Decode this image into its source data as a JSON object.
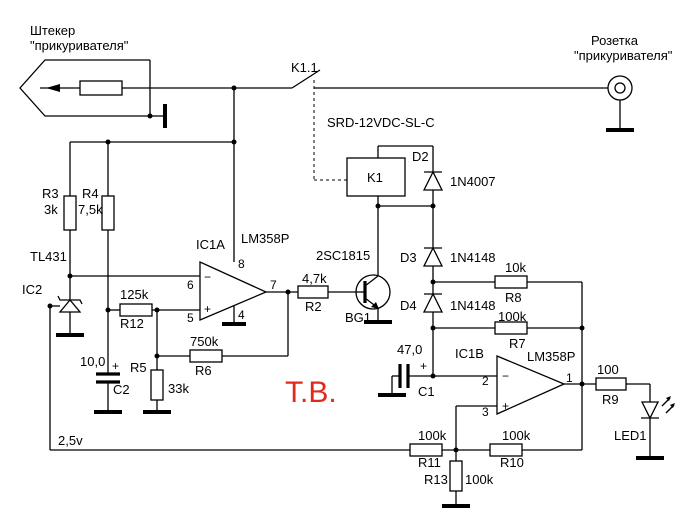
{
  "plug": {
    "line1": "Штекер",
    "line2": "\"прикуривателя\""
  },
  "socket": {
    "line1": "Розетка",
    "line2": "\"прикуривателя\""
  },
  "relay": {
    "contact": "K1.1",
    "model": "SRD-12VDC-SL-C",
    "coil": "K1"
  },
  "diodes": {
    "d2": {
      "ref": "D2",
      "value": "1N4007"
    },
    "d3": {
      "ref": "D3",
      "value": "1N4148"
    },
    "d4": {
      "ref": "D4",
      "value": "1N4148"
    }
  },
  "resistors": {
    "r2": {
      "ref": "R2",
      "value": "4,7k"
    },
    "r3": {
      "ref": "R3",
      "value": "3k"
    },
    "r4": {
      "ref": "R4",
      "value": "7,5k"
    },
    "r5": {
      "ref": "R5",
      "value": "33k"
    },
    "r6": {
      "ref": "R6",
      "value": "750k"
    },
    "r7": {
      "ref": "R7",
      "value": "100k"
    },
    "r8": {
      "ref": "R8",
      "value": "10k"
    },
    "r9": {
      "ref": "R9",
      "value": "100"
    },
    "r10": {
      "ref": "R10",
      "value": "100k"
    },
    "r11": {
      "ref": "R11",
      "value": "100k"
    },
    "r12": {
      "ref": "R12",
      "value": "125k"
    },
    "r13": {
      "ref": "R13",
      "value": "100k"
    }
  },
  "capacitors": {
    "c1": {
      "ref": "C1",
      "value": "47,0"
    },
    "c2": {
      "ref": "C2",
      "value": "10,0"
    }
  },
  "ics": {
    "ic1a": {
      "ref": "IC1A",
      "part": "LM358P"
    },
    "ic1b": {
      "ref": "IC1B",
      "part": "LM358P"
    },
    "ic2": {
      "ref": "IC2",
      "part": "TL431"
    }
  },
  "transistor": {
    "ref": "BG1",
    "part": "2SC1815"
  },
  "led": {
    "ref": "LED1"
  },
  "pins": {
    "p1": "1",
    "p2": "2",
    "p3": "3",
    "p4": "4",
    "p5": "5",
    "p6": "6",
    "p7": "7",
    "p8": "8"
  },
  "signs": {
    "minus": "−",
    "plus": "+"
  },
  "net_label": "2,5v",
  "watermark": "Т.В."
}
